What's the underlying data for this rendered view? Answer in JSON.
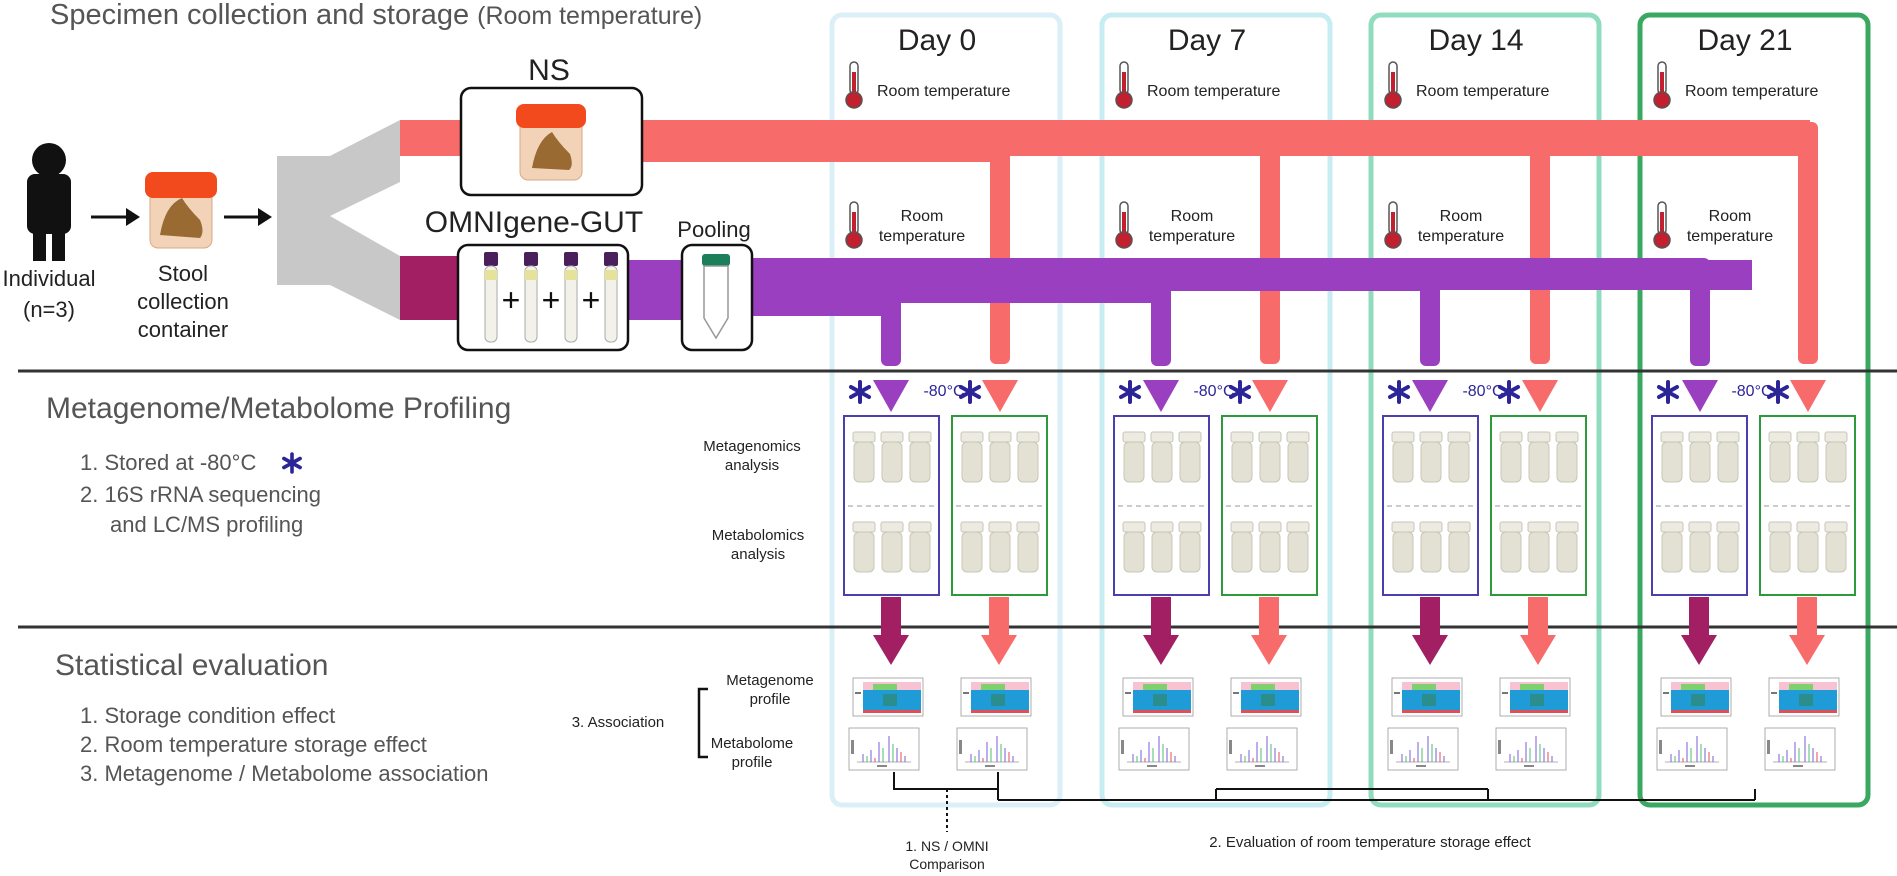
{
  "sections": {
    "specimen": {
      "title": "Specimen collection and storage",
      "subtitle": "(Room temperature)"
    },
    "profiling": {
      "title": "Metagenome/Metabolome Profiling",
      "steps": [
        "1. Stored at -80°C",
        "2. 16S rRNA sequencing",
        "and LC/MS profiling"
      ]
    },
    "stats": {
      "title": "Statistical evaluation",
      "steps": [
        "1. Storage condition effect",
        "2. Room temperature storage effect",
        "3. Metagenome / Metabolome association"
      ]
    }
  },
  "collection": {
    "individual": [
      "Individual",
      "(n=3)"
    ],
    "container": [
      "Stool",
      "collection",
      "container"
    ],
    "ns_label": "NS",
    "omni_label": "OMNIgene-GUT",
    "pooling_label": "Pooling"
  },
  "days": [
    {
      "label": "Day 0",
      "temp_top": "Room temperature",
      "temp_mid": [
        "Room",
        "temperature"
      ],
      "freeze": "-80°C"
    },
    {
      "label": "Day 7",
      "temp_top": "Room temperature",
      "temp_mid": [
        "Room",
        "temperature"
      ],
      "freeze": "-80°C"
    },
    {
      "label": "Day 14",
      "temp_top": "Room temperature",
      "temp_mid": [
        "Room",
        "temperature"
      ],
      "freeze": "-80°C"
    },
    {
      "label": "Day 21",
      "temp_top": "Room temperature",
      "temp_mid": [
        "Room",
        "temperature"
      ],
      "freeze": "-80°C"
    }
  ],
  "analysis_labels": {
    "metagenomics": [
      "Metagenomics",
      "analysis"
    ],
    "metabolomics": [
      "Metabolomics",
      "analysis"
    ],
    "association": "3. Association",
    "metagenome_profile": [
      "Metagenome",
      "profile"
    ],
    "metabolome_profile": [
      "Metabolome",
      "profile"
    ]
  },
  "comparisons": {
    "ns_omni": [
      "1. NS / OMNI",
      "Comparison"
    ],
    "room_temp": "2. Evaluation of room temperature storage effect"
  },
  "colors": {
    "ns_flow": "#f76b6b",
    "omni_flow": "#9b3fc1",
    "omni_dark": "#a21f63",
    "asterisk": "#2c2597",
    "day_borders": [
      "#dbeff8",
      "#c7ecf1",
      "#8fdcbf",
      "#3aa860"
    ],
    "box_purple": "#4b3fae",
    "box_green": "#2e9a3c",
    "gray_funnel": "#c8c8c8"
  },
  "icons": [
    "person-icon",
    "stool-container-icon",
    "thermometer-icon",
    "tube-icon",
    "asterisk-icon"
  ]
}
